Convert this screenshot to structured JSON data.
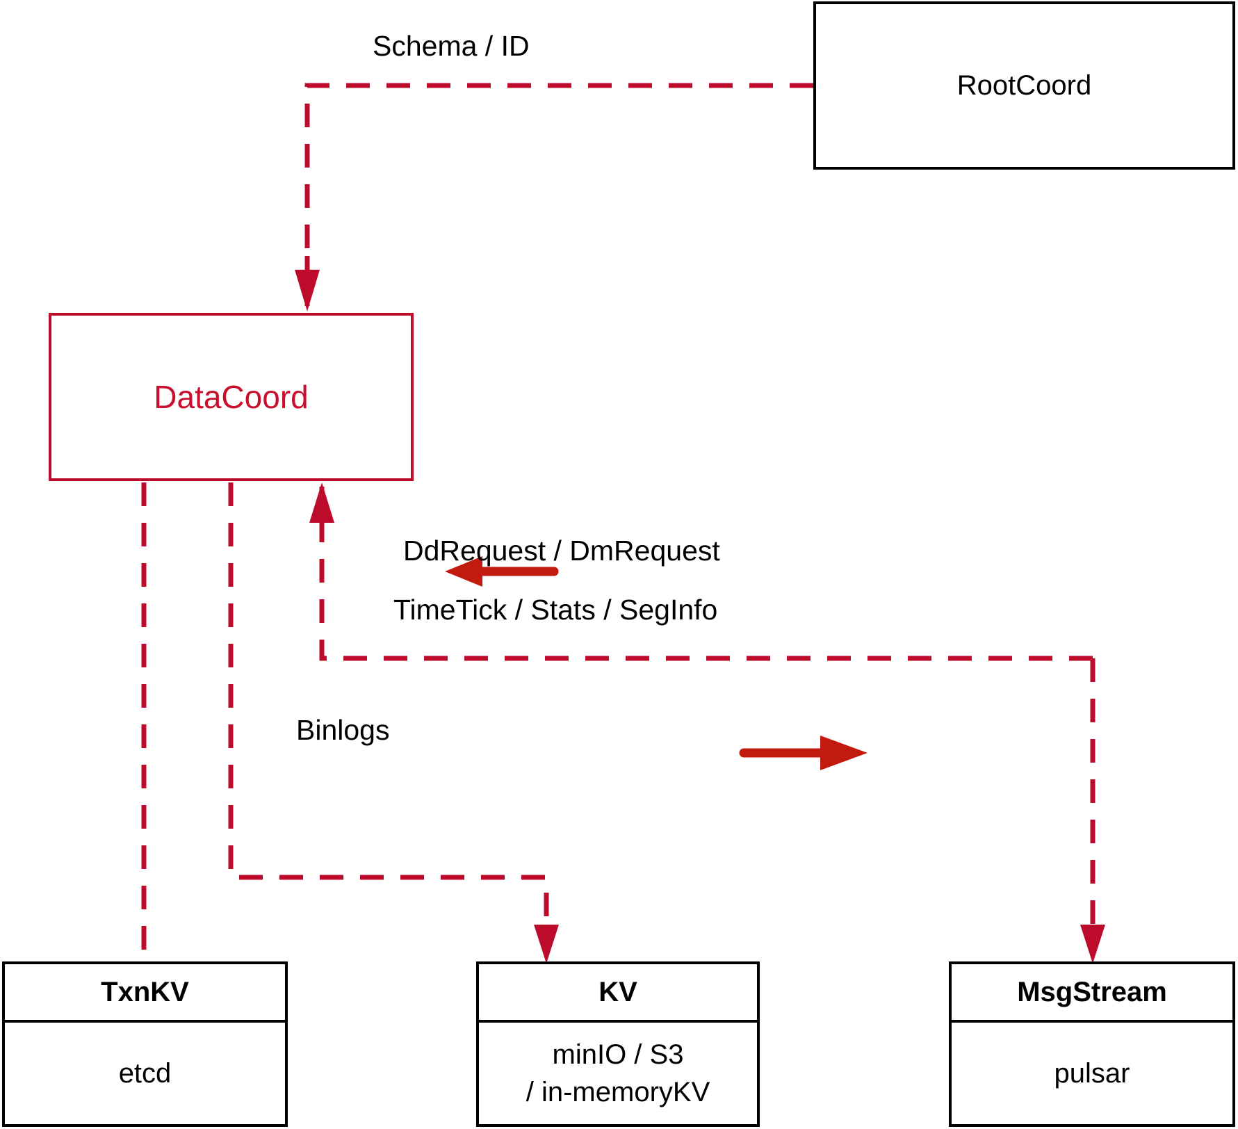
{
  "diagram": {
    "title": "DataCoord component interaction diagram",
    "colors": {
      "accent_red": "#C8102E",
      "dashed_red": "#BD0B2C",
      "arrow_red": "#C21A0E",
      "box_black": "#000000",
      "background": "#FFFFFF"
    },
    "nodes": [
      {
        "id": "rootcoord",
        "title": "RootCoord",
        "sub": "",
        "style": "black",
        "bold": false
      },
      {
        "id": "datacoord",
        "title": "DataCoord",
        "sub": "",
        "style": "red",
        "bold": false
      },
      {
        "id": "txnkv",
        "title": "TxnKV",
        "sub": "etcd",
        "style": "black",
        "bold": true
      },
      {
        "id": "kv",
        "title": "KV",
        "sub": "minIO / S3\n/ in-memoryKV",
        "sub_line1": "minIO / S3",
        "sub_line2": "/ in-memoryKV",
        "style": "black",
        "bold": true
      },
      {
        "id": "msgstream",
        "title": "MsgStream",
        "sub": "pulsar",
        "style": "black",
        "bold": true
      }
    ],
    "edge_labels": [
      {
        "id": "schema-id",
        "text": "Schema / ID"
      },
      {
        "id": "dd-dm-request",
        "text": "DdRequest / DmRequest"
      },
      {
        "id": "timetick-stats-seginfo",
        "text": "TimeTick / Stats / SegInfo"
      },
      {
        "id": "binlogs",
        "text": "Binlogs"
      }
    ],
    "edges": [
      {
        "id": "rootcoord-to-datacoord",
        "label": "Schema / ID",
        "from": "rootcoord",
        "to": "datacoord",
        "style": "dashed",
        "direction": "down"
      },
      {
        "id": "msgstream-to-datacoord",
        "label": "DdRequest / DmRequest",
        "from": "msgstream",
        "to": "datacoord",
        "style": "dashed",
        "direction": "left"
      },
      {
        "id": "datacoord-to-msgstream",
        "label": "TimeTick / Stats / SegInfo",
        "from": "datacoord",
        "to": "msgstream",
        "style": "dashed",
        "direction": "right"
      },
      {
        "id": "datacoord-to-kv",
        "label": "Binlogs",
        "from": "datacoord",
        "to": "kv",
        "style": "dashed",
        "direction": "down"
      },
      {
        "id": "datacoord-to-txnkv",
        "label": "",
        "from": "datacoord",
        "to": "txnkv",
        "style": "dashed",
        "direction": "down"
      }
    ]
  }
}
